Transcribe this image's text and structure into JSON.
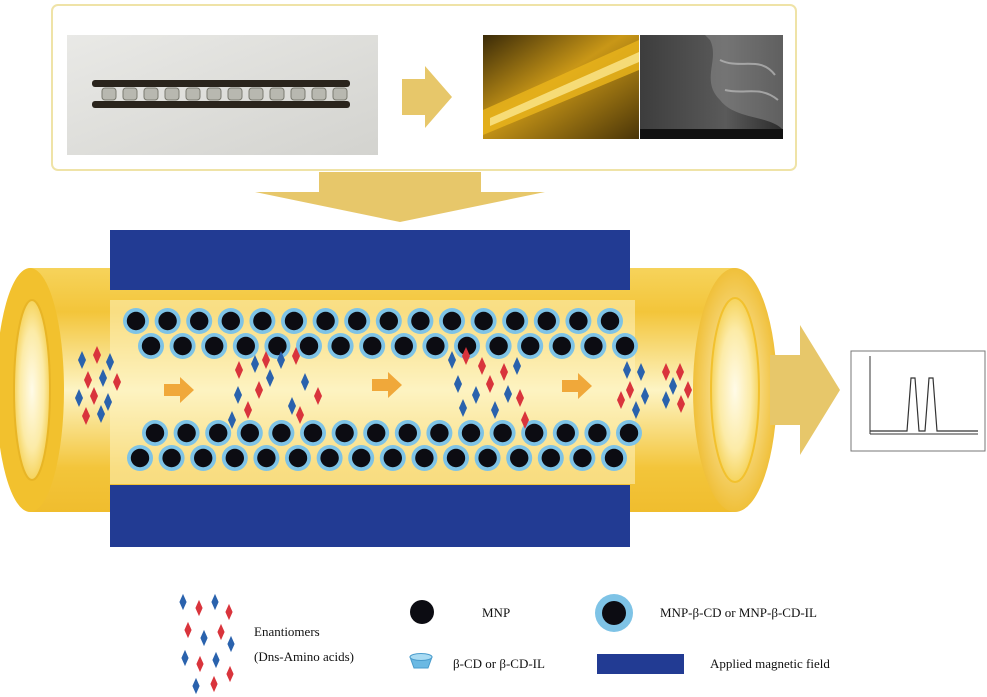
{
  "legend": {
    "enantiomers_line1": "Enantiomers",
    "enantiomers_line2": "(Dns-Amino acids)",
    "mnp": "MNP",
    "mnp_cd": "MNP-β-CD or MNP-β-CD-IL",
    "cd": "β-CD or β-CD-IL",
    "magnetic_field": "Applied magnetic field"
  },
  "colors": {
    "tube": "#f2c12e",
    "tube_light": "#fdf2b8",
    "magnet": "#223b93",
    "arrow": "#e7c76a",
    "flow_arrow": "#f0a83a",
    "enantiomer_red": "#d9343c",
    "enantiomer_blue": "#2a62ad",
    "mnp_core": "#0c0c12",
    "mnp_shell": "#7ec3e6",
    "cd_cup": "#6bb9e3"
  },
  "icons": [
    "photo-capillary-array",
    "photo-fluorescence-capillary",
    "photo-sem-micrograph",
    "chromatogram-icon"
  ]
}
